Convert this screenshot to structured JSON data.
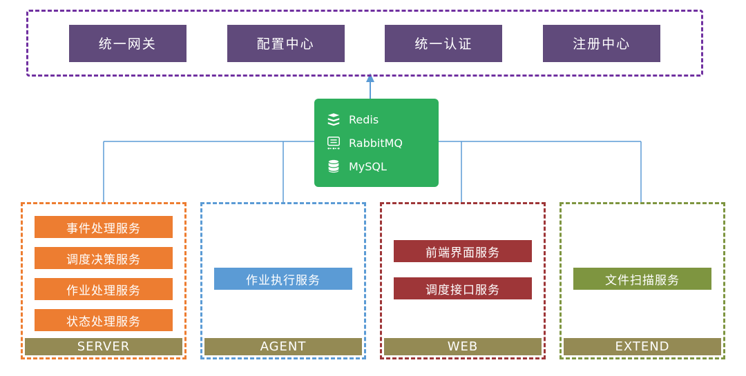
{
  "top_panel": {
    "items": [
      "统一网关",
      "配置中心",
      "统一认证",
      "注册中心"
    ]
  },
  "middleware": {
    "items": [
      {
        "label": "Redis",
        "icon": "redis-icon"
      },
      {
        "label": "RabbitMQ",
        "icon": "rabbitmq-icon"
      },
      {
        "label": "MySQL",
        "icon": "mysql-icon"
      }
    ]
  },
  "groups": [
    {
      "label": "SERVER",
      "services": [
        "事件处理服务",
        "调度决策服务",
        "作业处理服务",
        "状态处理服务"
      ]
    },
    {
      "label": "AGENT",
      "services": [
        "作业执行服务"
      ]
    },
    {
      "label": "WEB",
      "services": [
        "前端界面服务",
        "调度接口服务"
      ]
    },
    {
      "label": "EXTEND",
      "services": [
        "文件扫描服务"
      ]
    }
  ],
  "colors": {
    "top_border": "#7030A0",
    "top_box": "#604A7B",
    "middleware_bg": "#2EAE5C",
    "server_accent": "#ED7D31",
    "agent_accent": "#5B9BD5",
    "web_accent": "#9E3638",
    "extend_accent": "#7E9540",
    "group_label_bg": "#948A54",
    "connector": "#5B9BD5"
  }
}
